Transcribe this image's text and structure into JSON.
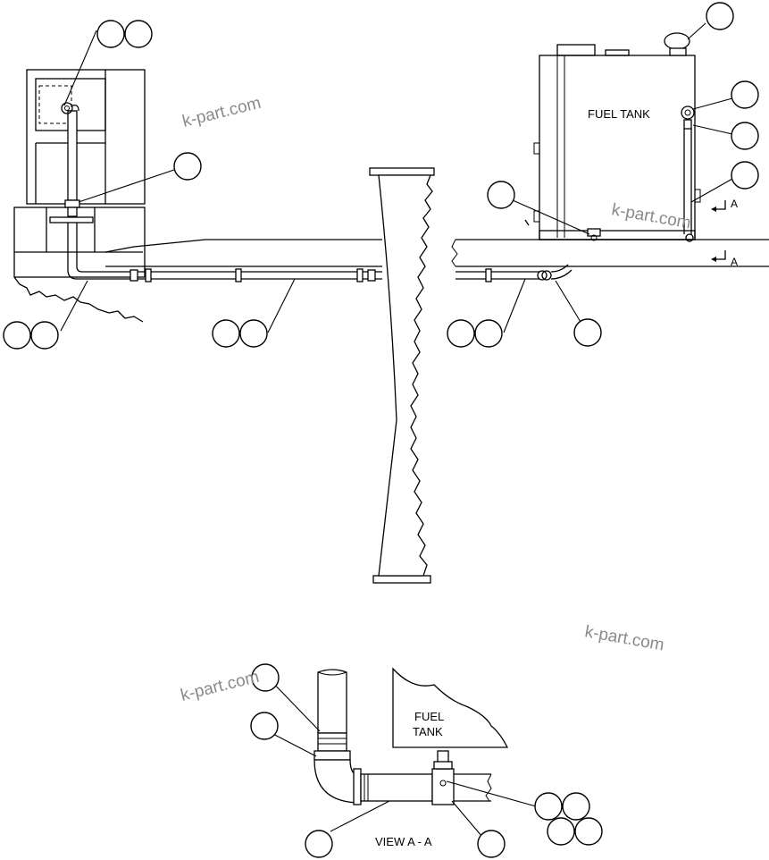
{
  "labels": {
    "fuel_tank_main": "FUEL TANK",
    "fuel_tank_detail_line1": "FUEL",
    "fuel_tank_detail_line2": "TANK",
    "view_caption": "VIEW  A - A",
    "section_marker_top": "A",
    "section_marker_bottom": "A"
  },
  "watermarks": [
    "k-part.com",
    "k-part.com",
    "k-part.com",
    "k-part.com"
  ],
  "colors": {
    "line": "#000000",
    "background": "#ffffff",
    "watermark": "#8a8a8a"
  }
}
